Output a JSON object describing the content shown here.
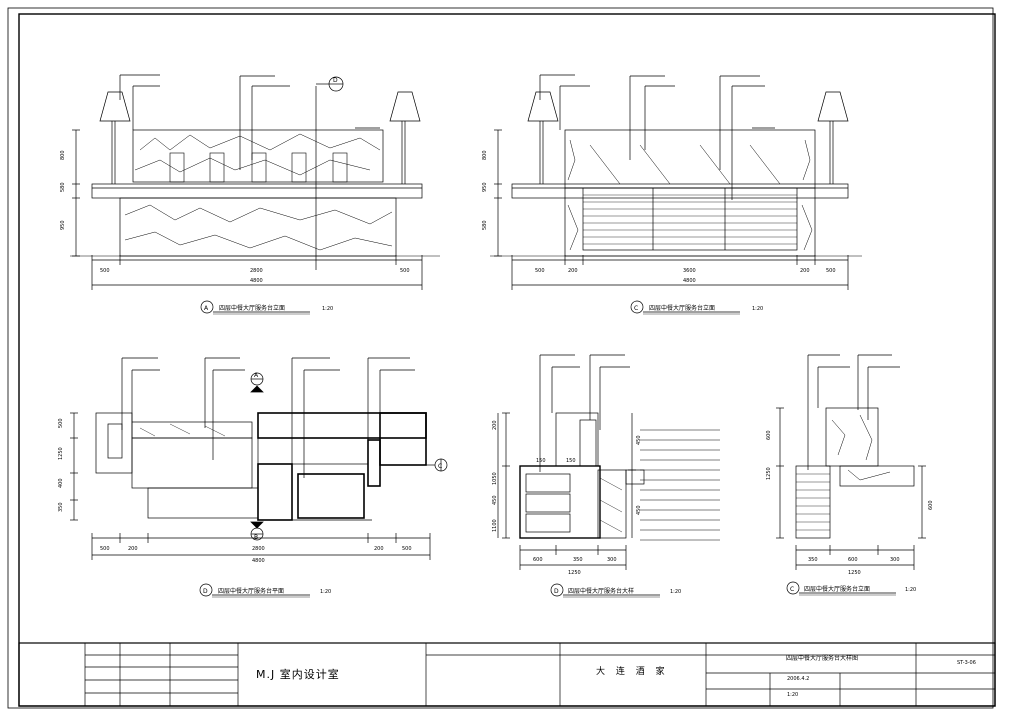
{
  "views": {
    "a": {
      "marker": "A",
      "title": "四层中餐大厅服务台立面",
      "scale": "1:20"
    },
    "b": {
      "marker": "C",
      "title": "四层中餐大厅服务台立面",
      "scale": "1:20"
    },
    "c": {
      "marker": "D",
      "title": "四层中餐大厅服务台平面",
      "scale": "1:20"
    },
    "d": {
      "marker": "D",
      "title": "四层中餐大厅服务台大样",
      "scale": "1:20"
    },
    "e": {
      "marker": "C",
      "title": "四层中餐大厅服务台立面",
      "scale": "1:20"
    }
  },
  "markers": {
    "section_a": "A",
    "section_b": "B",
    "section_d": "D",
    "section_c": "C"
  },
  "dims": {
    "a_bottom": [
      "500",
      "2800",
      "500"
    ],
    "a_total": "4800",
    "b_bottom": [
      "500",
      "200",
      "3600",
      "200",
      "500"
    ],
    "b_total": "4800",
    "c_bottom": [
      "500",
      "200",
      "2800",
      "200",
      "500"
    ],
    "c_total": "4800",
    "d_bottom": [
      "600",
      "350",
      "300"
    ],
    "d_total": "1250",
    "e_bottom": [
      "350",
      "600",
      "300"
    ],
    "e_total": "1250",
    "a_left": [
      "800",
      "580",
      "950"
    ],
    "b_left": [
      "800",
      "950",
      "580"
    ],
    "c_left": [
      "500",
      "1250",
      "400",
      "350"
    ],
    "d_left": [
      "200",
      "1050",
      "450",
      "1100"
    ],
    "d_right": [
      "450",
      "450"
    ],
    "e_left": [
      "600",
      "1250"
    ],
    "e_right": "600",
    "misc": [
      "150",
      "150"
    ]
  },
  "titleblock": {
    "studio": "M.J 室内设计室",
    "project_name": "大 连 酒 家",
    "drawing_title": "四层中餐大厅服务台大样图",
    "scale_value": "1:20",
    "date": "2006.4.2",
    "drawing_no": "ST-3-06"
  }
}
